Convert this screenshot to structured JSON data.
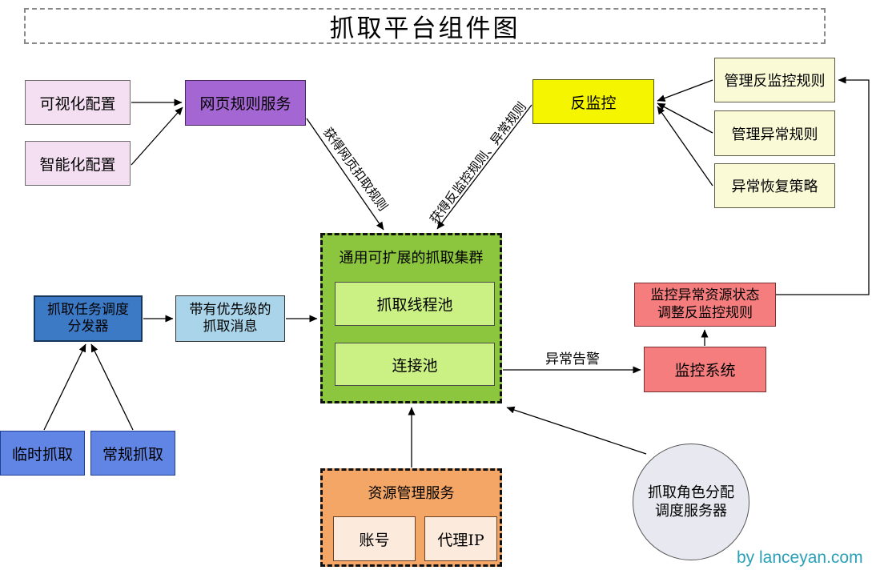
{
  "title": "抓取平台组件图",
  "watermark": "by lanceyan.com",
  "nodes": {
    "visual_config": "可视化配置",
    "smart_config": "智能化配置",
    "web_rule_service": "网页规则服务",
    "anti_monitor": "反监控",
    "manage_anti_monitor_rules": "管理反监控规则",
    "manage_exception_rules": "管理异常规则",
    "exception_recovery_policy": "异常恢复策略",
    "crawl_cluster": "通用可扩展的抓取集群",
    "crawl_thread_pool": "抓取线程池",
    "connection_pool": "连接池",
    "task_scheduler_line1": "抓取任务调度",
    "task_scheduler_line2": "分发器",
    "priority_msg_line1": "带有优先级的",
    "priority_msg_line2": "抓取消息",
    "temp_crawl": "临时抓取",
    "regular_crawl": "常规抓取",
    "monitor_adjust_line1": "监控异常资源状态",
    "monitor_adjust_line2": "调整反监控规则",
    "monitor_system": "监控系统",
    "resource_service": "资源管理服务",
    "account": "账号",
    "proxy_ip": "代理IP",
    "role_dispatch_line1": "抓取角色分配",
    "role_dispatch_line2": "调度服务器"
  },
  "edge_labels": {
    "get_web_rules": "获得网页扣取规则",
    "get_anti_monitor_rules": "获得反监控规则、异常规则",
    "exception_alarm": "异常告警"
  },
  "colors": {
    "pink": "#F4DFF2",
    "purple": "#A466D2",
    "yellow": "#F5F500",
    "cream": "#FAFAD6",
    "green": "#8CC63E",
    "light_green": "#CBF184",
    "dark_blue": "#3D7AC6",
    "light_blue": "#A9D4E9",
    "royal_blue": "#6085E5",
    "red": "#F57D7D",
    "orange": "#F4A667",
    "light_orange": "#FCEADC",
    "circle_gray": "#E8E8F1",
    "white": "#FFFFFF",
    "watermark_teal": "#2AA0B8"
  }
}
